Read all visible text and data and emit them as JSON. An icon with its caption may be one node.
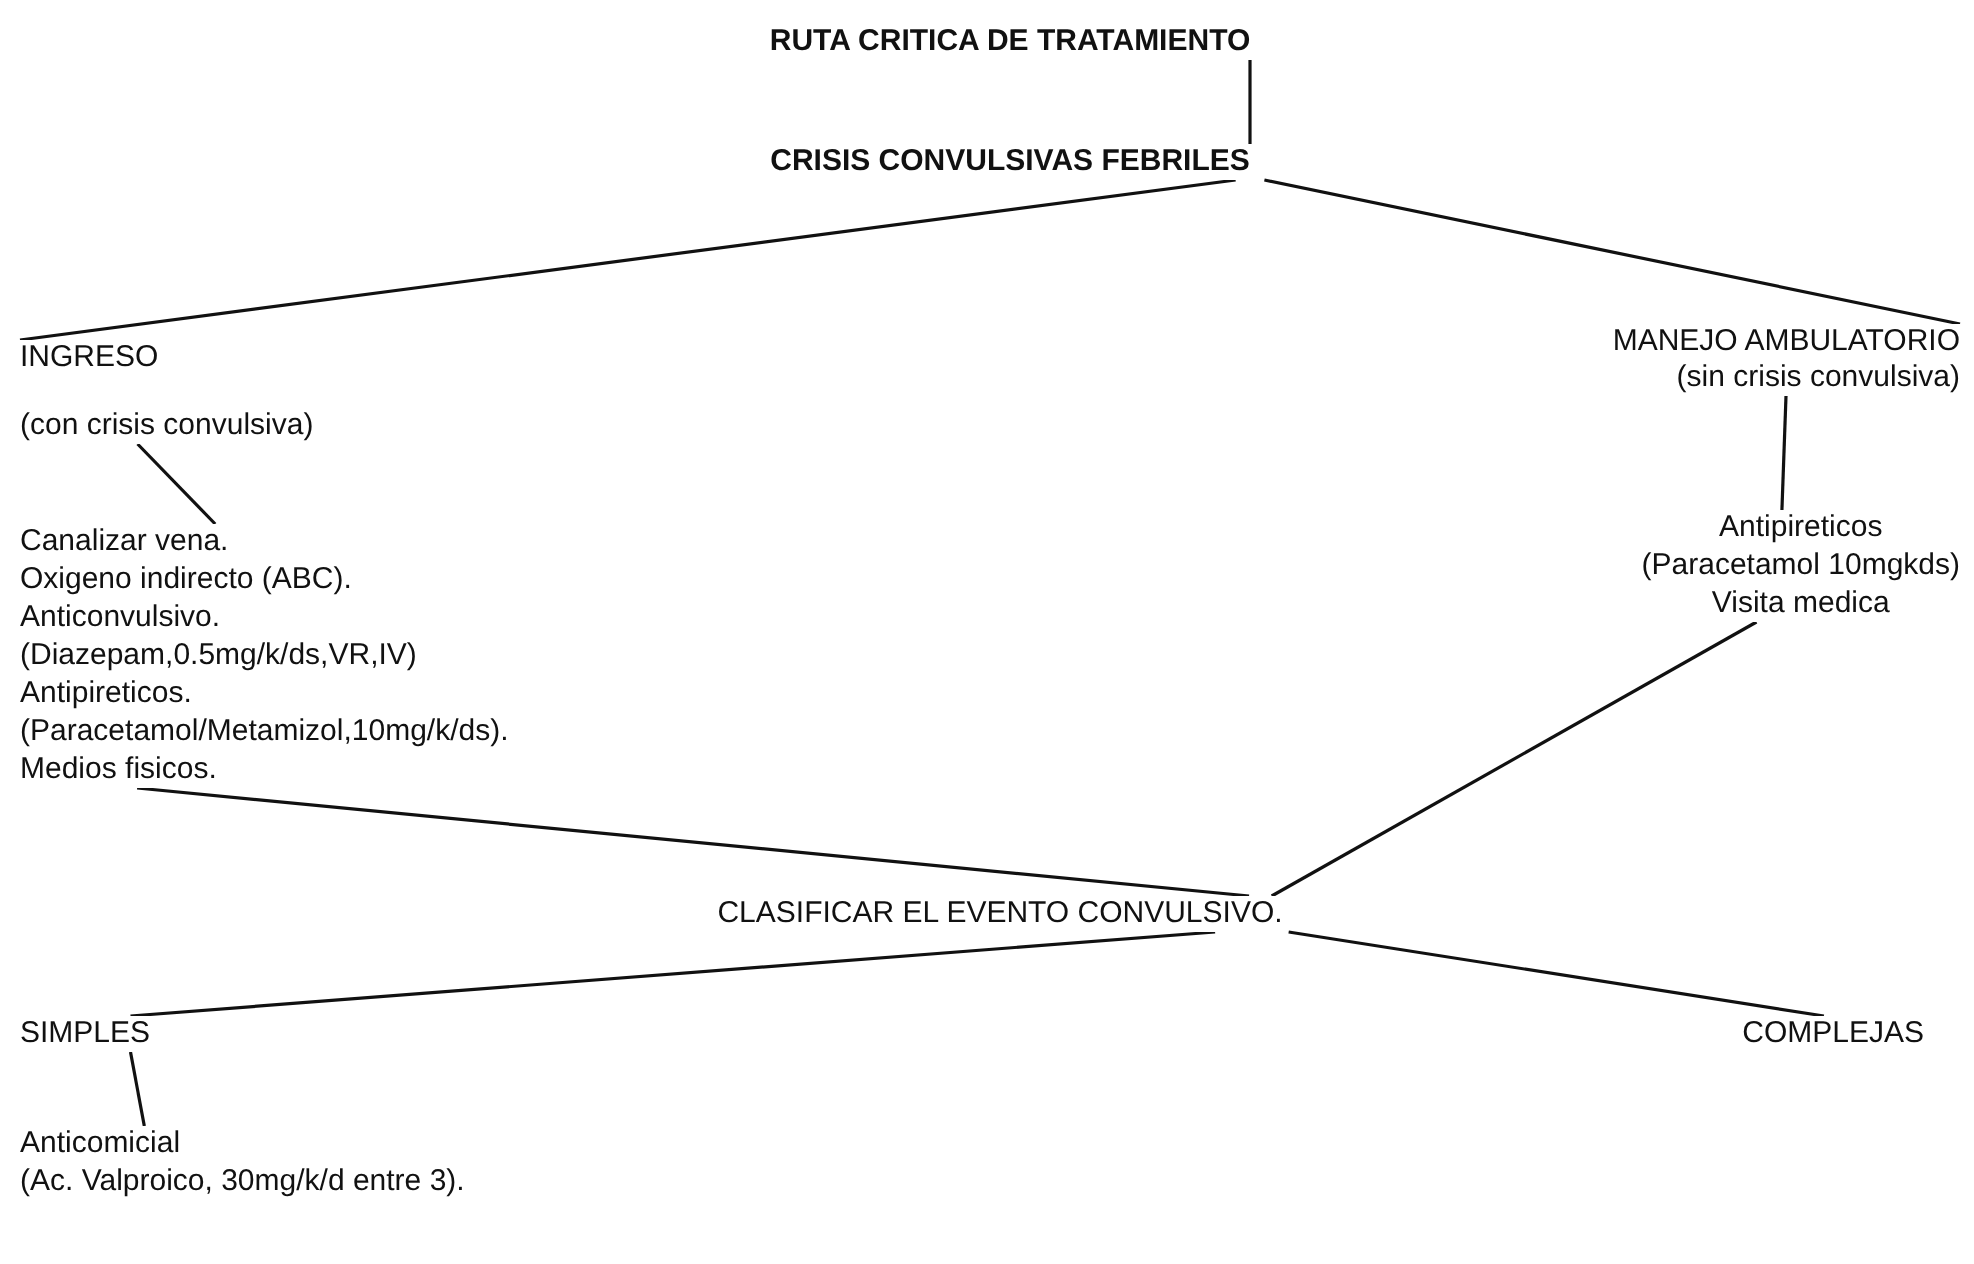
{
  "diagram": {
    "nodes": [
      {
        "text": [
          "RUTA CRITICA DE TRATAMIENTO"
        ]
      },
      {
        "text": [
          "CRISIS CONVULSIVAS FEBRILES"
        ]
      },
      {
        "text": [
          "INGRESO",
          "(con crisis convulsiva)"
        ]
      },
      {
        "text": [
          "MANEJO AMBULATORIO",
          "(sin crisis convulsiva)"
        ]
      },
      {
        "text": [
          "Canalizar vena.",
          "Oxigeno indirecto (ABC).",
          "Anticonvulsivo.",
          "(Diazepam,0.5mg/k/ds,VR,IV)",
          "Antipireticos.",
          "(Paracetamol/Metamizol,10mg/k/ds).",
          "Medios fisicos."
        ]
      },
      {
        "text": [
          "Antipireticos",
          "(Paracetamol 10mgkds)",
          "Visita medica"
        ]
      },
      {
        "text": [
          "CLASIFICAR EL EVENTO CONVULSIVO."
        ]
      },
      {
        "text": [
          "SIMPLES"
        ]
      },
      {
        "text": [
          "COMPLEJAS"
        ]
      },
      {
        "text": [
          "Anticomicial",
          "(Ac. Valproico, 30mg/k/d entre 3)."
        ]
      }
    ],
    "edges": [
      {
        "from": 0,
        "to": 1,
        "arrow": "none"
      },
      {
        "from": 1,
        "to": 2,
        "arrow": "none"
      },
      {
        "from": 1,
        "to": 3,
        "arrow": "none"
      },
      {
        "from": 2,
        "to": 4,
        "arrow": "none"
      },
      {
        "from": 3,
        "to": 5,
        "arrow": "none"
      },
      {
        "from": 4,
        "to": 6,
        "arrow": "none"
      },
      {
        "from": 5,
        "to": 6,
        "arrow": "none"
      },
      {
        "from": 6,
        "to": 7,
        "arrow": "none"
      },
      {
        "from": 6,
        "to": 8,
        "arrow": "none"
      },
      {
        "from": 7,
        "to": 9,
        "arrow": "none"
      }
    ]
  }
}
